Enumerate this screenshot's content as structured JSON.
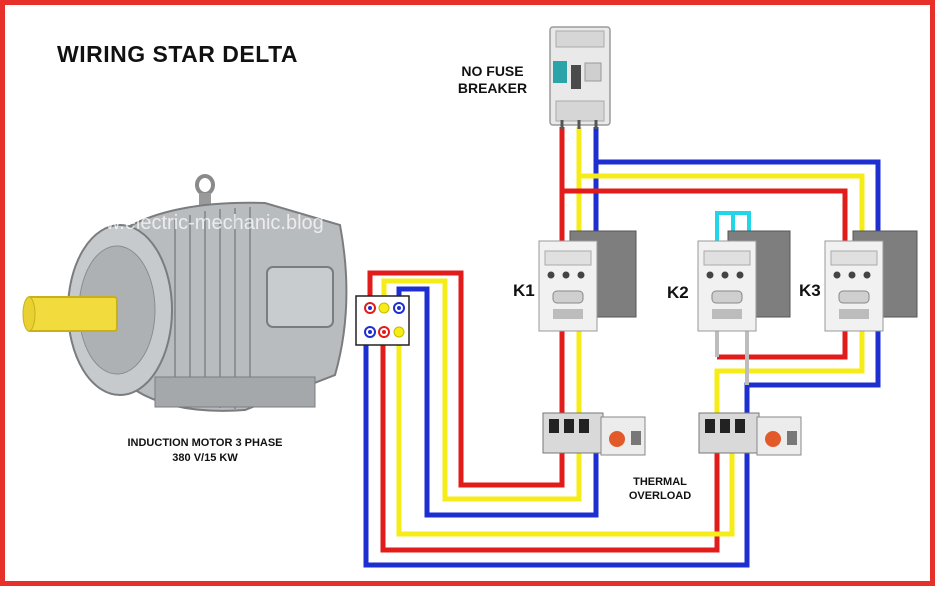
{
  "title": "WIRING STAR DELTA",
  "breaker": {
    "line1": "NO FUSE",
    "line2": "BREAKER"
  },
  "motor": {
    "line1": "INDUCTION MOTOR 3 PHASE",
    "line2": "380 V/15 KW"
  },
  "thermal": {
    "line1": "THERMAL",
    "line2": "OVERLOAD"
  },
  "contactors": {
    "k1": "K1",
    "k2": "K2",
    "k3": "K3"
  },
  "watermark": "www.electric-mechanic.blog",
  "colors": {
    "red": "#e21b1b",
    "yellow": "#f5ec18",
    "blue": "#1e2fd2",
    "cyan": "#22d5e8",
    "border": "#e8302a"
  }
}
